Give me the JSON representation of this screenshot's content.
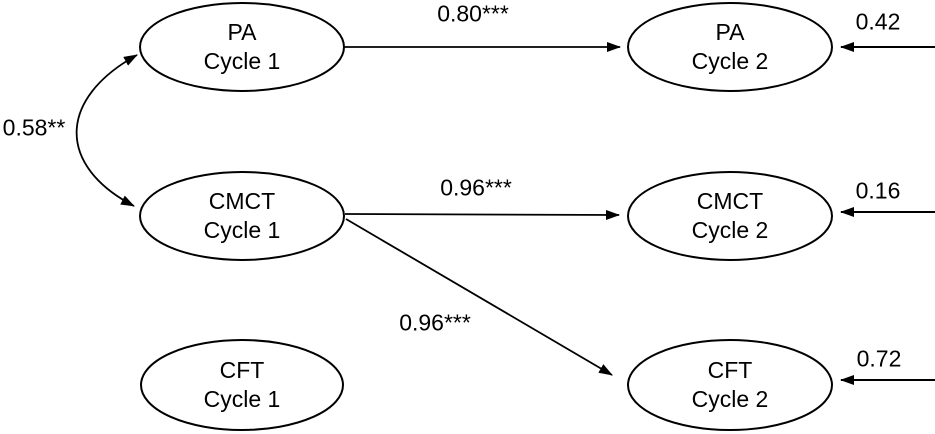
{
  "figure": {
    "type": "sem-path-diagram",
    "background_color": "#ffffff",
    "line_color": "#000000",
    "nodes": {
      "pa_cycle1": {
        "line1": "PA",
        "line2": "Cycle 1"
      },
      "cmct_cycle1": {
        "line1": "CMCT",
        "line2": "Cycle 1"
      },
      "cft_cycle1": {
        "line1": "CFT",
        "line2": "Cycle 1"
      },
      "pa_cycle2": {
        "line1": "PA",
        "line2": "Cycle 2"
      },
      "cmct_cycle2": {
        "line1": "CMCT",
        "line2": "Cycle 2"
      },
      "cft_cycle2": {
        "line1": "CFT",
        "line2": "Cycle 2"
      }
    },
    "paths": {
      "pa1_to_pa2": {
        "label": "0.80***"
      },
      "cmct1_to_cmct2": {
        "label": "0.96***"
      },
      "cmct1_to_cft2": {
        "label": "0.96***"
      },
      "pa1_cmct1_covariance": {
        "label": "0.58**"
      }
    },
    "residuals": {
      "pa_cycle2": {
        "value": "0.42"
      },
      "cmct_cycle2": {
        "value": "0.16"
      },
      "cft_cycle2": {
        "value": "0.72"
      }
    }
  }
}
